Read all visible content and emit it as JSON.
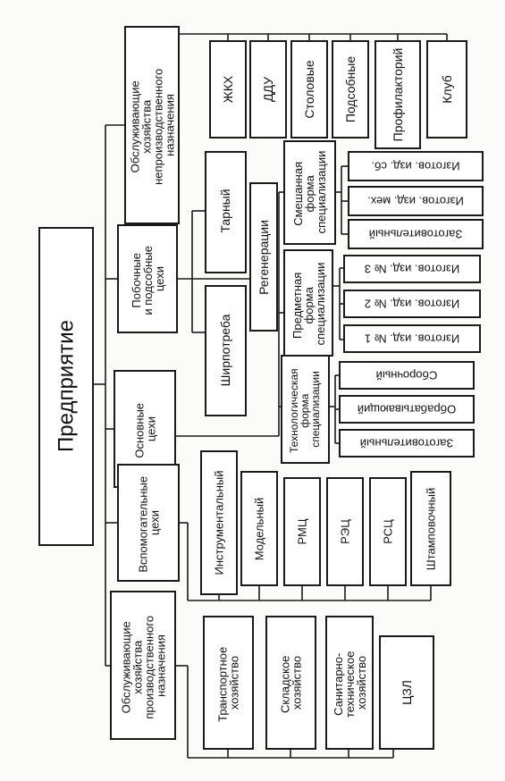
{
  "root": "Предприятие",
  "categories": {
    "service_nonprod": [
      "Обслуживающие",
      "хозяйства",
      "непроизводственного",
      "назначения"
    ],
    "aux_byproduct": [
      "Побочные",
      "и подсобные",
      "цехи"
    ],
    "main": [
      "Основные",
      "цехи"
    ],
    "auxiliary": [
      "Вспомогательные",
      "цехи"
    ],
    "service_prod": [
      "Обслуживающие",
      "хозяйства",
      "производственного",
      "назначения"
    ]
  },
  "nonprod_items": [
    "ЖКХ",
    "ДДУ",
    "Столовые",
    "Подсобные",
    "Профилакторий",
    "Клуб"
  ],
  "byproduct_items": [
    "Тарный",
    "Ширпотреба",
    "Регенерации"
  ],
  "forms": {
    "mixed": [
      "Смешанная",
      "форма",
      "специализации"
    ],
    "subject": [
      "Предметная",
      "форма",
      "специализации"
    ],
    "tech": [
      "Технологическая",
      "форма",
      "специализации"
    ]
  },
  "mixed_items": [
    "Изготов. изд. сб.",
    "Изготов. изд. мех.",
    "Заготовительный"
  ],
  "subject_items": [
    "Изготов. изд. № 3",
    "Изготов. изд. № 2",
    "Изготов. изд. № 1"
  ],
  "tech_items": [
    "Сборочный",
    "Обрабатывающий",
    "Заготовительный"
  ],
  "aux_items": [
    "Инструментальный",
    "Модельный",
    "РМЦ",
    "РЭЦ",
    "РСЦ",
    "Штамповочный"
  ],
  "prod_service_items": {
    "transport": [
      "Транспортное",
      "хозяйство"
    ],
    "warehouse": [
      "Складское",
      "хозяйство"
    ],
    "sanitary": [
      "Санитарно-",
      "техническое",
      "хозяйство"
    ],
    "lab": "ЦЗЛ"
  }
}
